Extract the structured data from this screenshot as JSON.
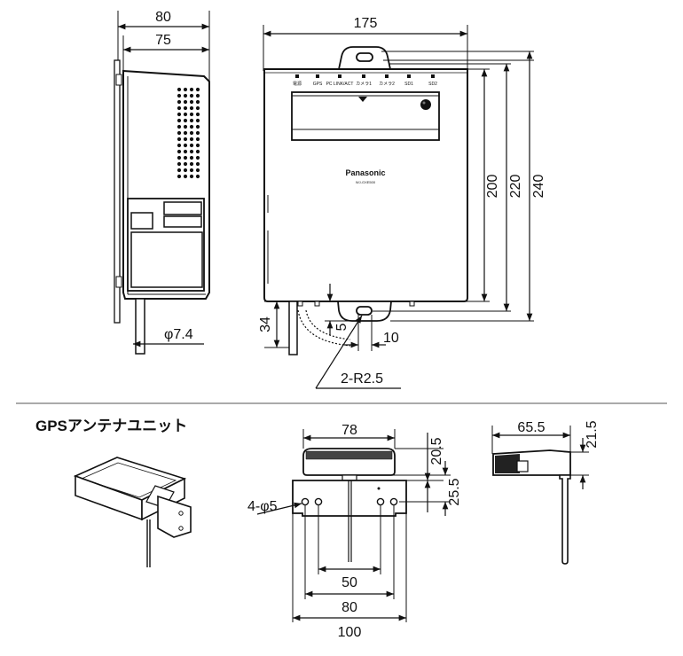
{
  "main_unit": {
    "side_view": {
      "width_outer": "80",
      "width_inner": "75",
      "cable_diameter": "φ7.4"
    },
    "front_view": {
      "width": "175",
      "height_body": "200",
      "height_with_bracket": "220",
      "height_total": "240",
      "cable_offset": "34",
      "bracket_offset": "5",
      "slot_width": "10",
      "slot_radius": "2-R2.5",
      "brand": "Panasonic",
      "model": "WJ-GXE500",
      "led_labels": [
        "電源",
        "GPS",
        "PC LINK/ACT",
        "カメラ1",
        "カメラ2",
        "SD1",
        "SD2"
      ]
    }
  },
  "gps_unit": {
    "title": "GPSアンテナユニット",
    "front_view": {
      "width_top": "78",
      "height_top": "20.5",
      "height_mount": "25.5",
      "holes": "4-φ5",
      "span_50": "50",
      "span_80": "80",
      "span_100": "100"
    },
    "side_view": {
      "width": "65.5",
      "height": "21.5"
    }
  }
}
